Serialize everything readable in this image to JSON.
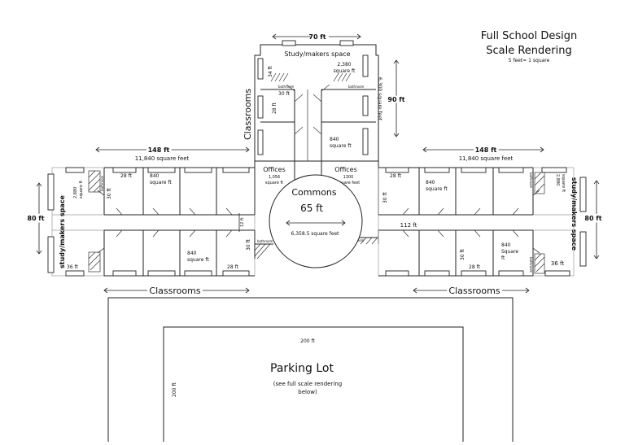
{
  "title": {
    "line1": "Full School Design",
    "line2": "Scale Rendering",
    "scale_note": "5 feet= 1 square"
  },
  "north_wing": {
    "width_label": "70 ft",
    "makers_label": "Study/makers space",
    "makers_height": "34 ft",
    "makers_area_value": "2,380",
    "makers_area_unit": "square ft",
    "bathroom_left": "bathroom",
    "bathroom_right": "bathroom",
    "hall_label": "30 ft",
    "room_depth": "28 ft",
    "area_value": "840",
    "area_unit": "square ft",
    "side_label": "Classrooms",
    "length_label": "90 ft",
    "total_area": "6,300 square feet"
  },
  "west_wing": {
    "length_label": "148 ft",
    "area_total": "11,840 square feet",
    "makers_label": "study/makers space",
    "height_label": "80 ft",
    "makers_area_value": "2,880",
    "makers_area_unit": "square ft",
    "bathroom": "bathroom",
    "makers_width": "36 ft",
    "room_width_top": "28 ft",
    "room_width_bottom": "28 ft",
    "room_depth": "30 ft",
    "area_top_value": "840",
    "area_top_unit": "square ft",
    "area_bottom_value": "840",
    "area_bottom_unit": "square ft",
    "hall_width": "12 ft",
    "offset_label": "30 ft",
    "bathroom_bottom": "bathroom",
    "classrooms_label": "Classrooms"
  },
  "east_wing": {
    "length_label": "148 ft",
    "area_total": "11,840 square feet",
    "makers_label": "study/makers space",
    "height_label": "80 ft",
    "makers_area_value": "2,880",
    "makers_area_unit": "square ft",
    "bathroom": "bathroom",
    "makers_width": "36 ft",
    "room_width_top": "28 ft",
    "room_width_bottom": "28 ft",
    "room_depth_top": "30 ft",
    "room_depth_bottom": "30 ft",
    "area_top_value": "840",
    "area_top_unit": "square ft",
    "area_bottom_value": "840",
    "area_bottom_unit_1": "Square",
    "area_bottom_unit_2": "ft",
    "hall_length": "112 ft",
    "bathroom_bottom": "bathroom",
    "bathroom_small": "bathroom",
    "classrooms_label": "Classrooms"
  },
  "offices_left": {
    "label": "Offices",
    "area_value": "1,056",
    "area_unit": "square ft"
  },
  "offices_right": {
    "label": "Offices",
    "area_value": "1300",
    "area_unit": "square feet"
  },
  "commons": {
    "label": "Commons",
    "diameter": "65 ft",
    "area": "6,358.5 square feet"
  },
  "parking": {
    "label": "Parking Lot",
    "note_line1": "(see full scale rendering",
    "note_line2": "below)",
    "width_label": "200 ft",
    "height_label": "200 ft"
  }
}
